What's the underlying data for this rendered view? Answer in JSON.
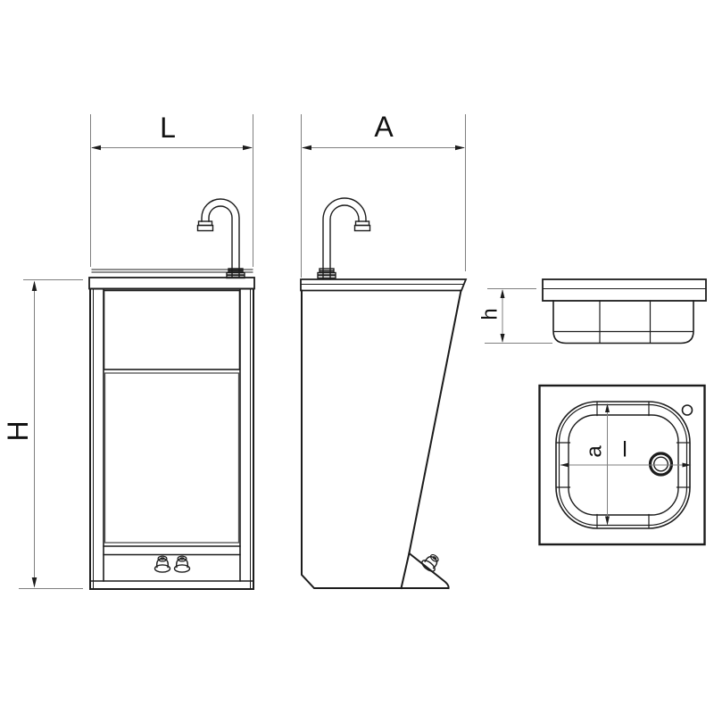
{
  "labels": {
    "L": "L",
    "A": "A",
    "H": "H",
    "h": "h",
    "a": "a",
    "l": "l"
  },
  "colors": {
    "line": "#1c1c1c",
    "dimension": "#7f7f7f",
    "background": "#ffffff"
  }
}
